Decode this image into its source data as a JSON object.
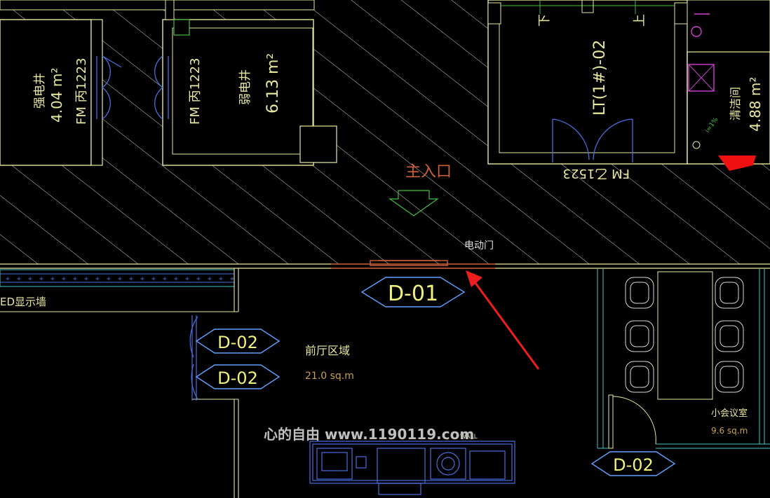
{
  "colors": {
    "background": "#000000",
    "wall": "#e8e8a0",
    "hatch": "#d8d8d8",
    "door": "#4a6fe0",
    "tag": "#5fa0ff",
    "tagText": "#f2f27a",
    "entrance": "#d0603a",
    "arrow": "#e02020",
    "green": "#40c040",
    "magenta": "#d040d0",
    "cyan": "#40c8c8",
    "area": "#c8a050"
  },
  "labels": {
    "strong_well_name": "强电井",
    "strong_well_area": "4.04 m²",
    "strong_well_door": "FM 丙1223",
    "weak_well_door": "FM 丙1223",
    "weak_well_name": "弱电井",
    "weak_well_area": "6.13 m²",
    "up_label": "下",
    "lift_label": "LT(1#)-02",
    "up_label_2": "上",
    "lift_door": "FM 乙1523",
    "cleaning_room": "清洁间",
    "cleaning_area": "4.88 m²",
    "slope": "i=1%",
    "main_entrance": "主入口",
    "electric_door": "电动门",
    "led_wall": "ED显示墙",
    "lobby_name": "前厅区域",
    "lobby_area": "21.0 sq.m",
    "meeting_name": "小会议室",
    "meeting_area": "9.6 sq.m",
    "watermark": "心的自由  www.1190119.com",
    "counter_label": "WALL"
  },
  "tags": {
    "d01": "D-01",
    "d02_a": "D-02",
    "d02_b": "D-02",
    "d02_c": "D-02"
  }
}
